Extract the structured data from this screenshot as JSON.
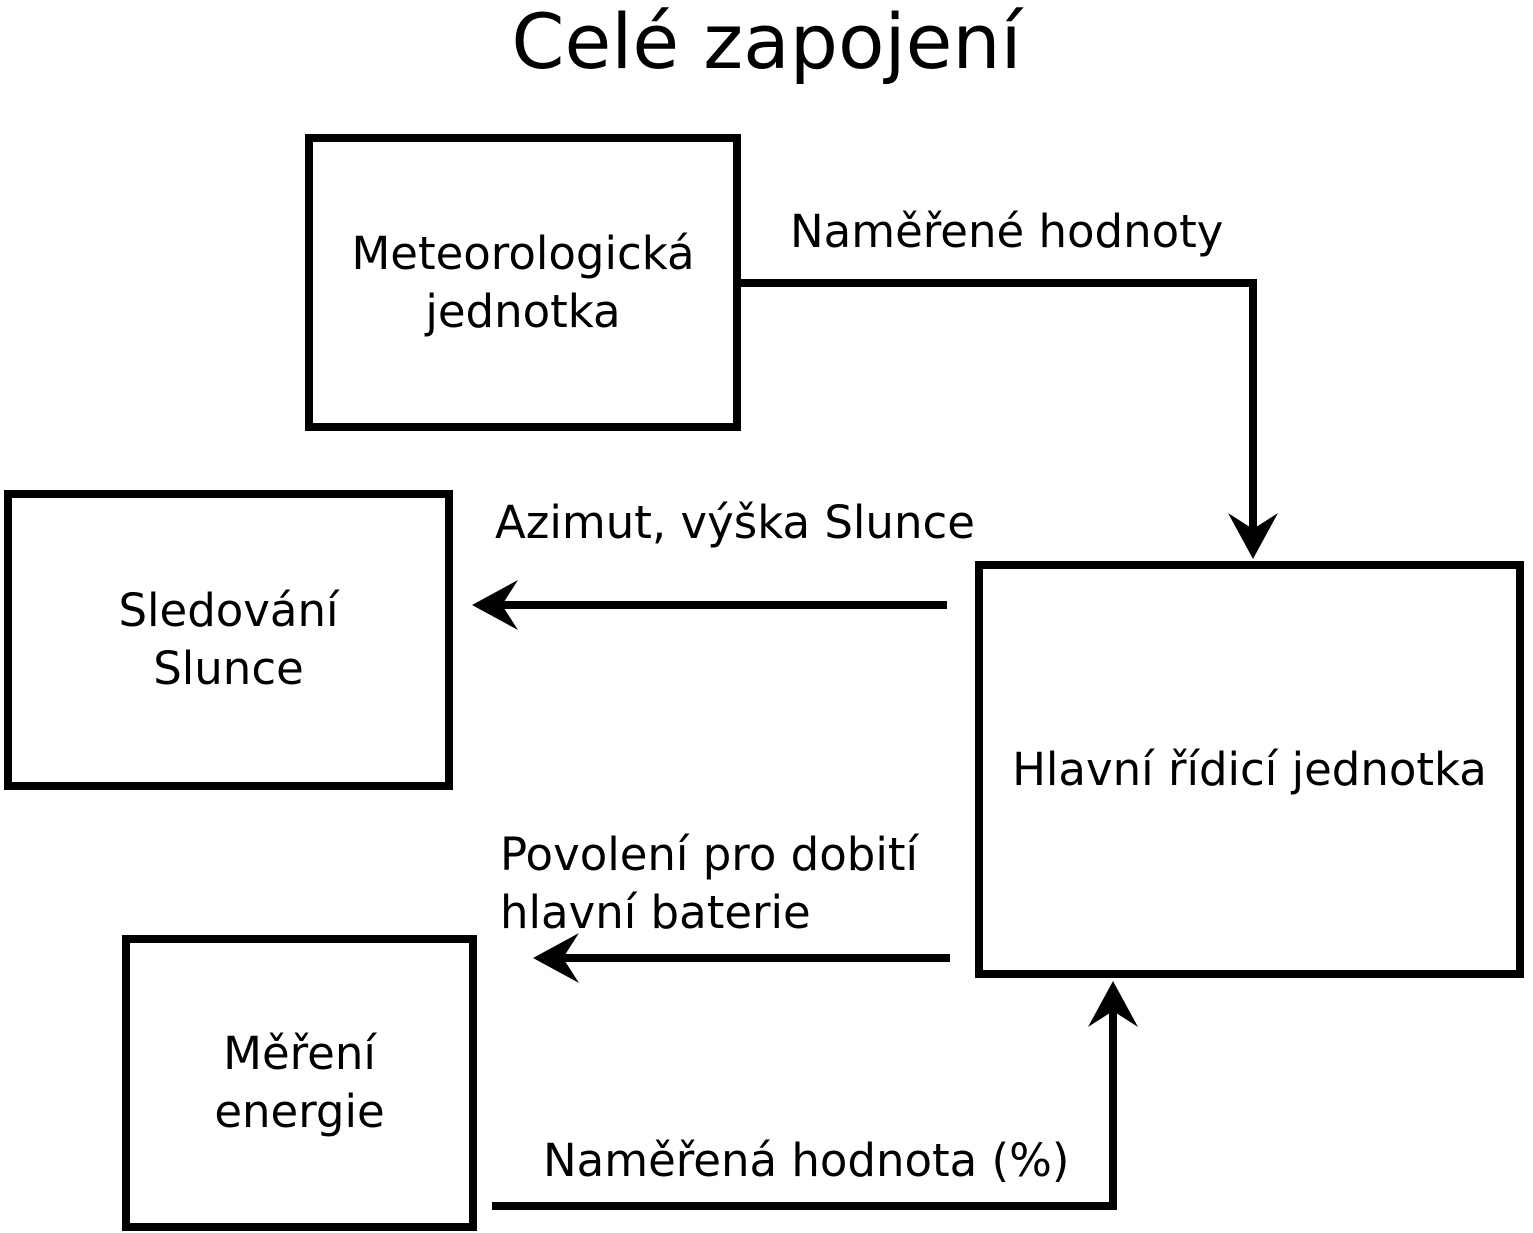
{
  "title": "Celé zapojení",
  "colors": {
    "line": "#000000",
    "background": "#ffffff",
    "text": "#000000"
  },
  "diagram": {
    "nodes": [
      {
        "id": "meteorologicka-jednotka",
        "lines": [
          "Meteorologická",
          "jednotka"
        ]
      },
      {
        "id": "sledovani-slunce",
        "lines": [
          "Sledování",
          "Slunce"
        ]
      },
      {
        "id": "mereni-energie",
        "lines": [
          "Měření",
          "energie"
        ]
      },
      {
        "id": "hlavni-ridici-jednotka",
        "lines": [
          "Hlavní řídicí jednotka"
        ]
      }
    ],
    "edges": [
      {
        "from": "Meteorologická jednotka",
        "to": "Hlavní řídicí jednotka",
        "label": "Naměřené hodnoty"
      },
      {
        "from": "Hlavní řídicí jednotka",
        "to": "Sledování Slunce",
        "label": "Azimut, výška Slunce"
      },
      {
        "from": "Hlavní řídicí jednotka",
        "label_lines": [
          "Povolení pro dobití",
          "hlavní baterie"
        ]
      },
      {
        "from": "Měření energie",
        "to": "Hlavní řídicí jednotka",
        "label": "Naměřená hodnota (%)"
      }
    ]
  }
}
